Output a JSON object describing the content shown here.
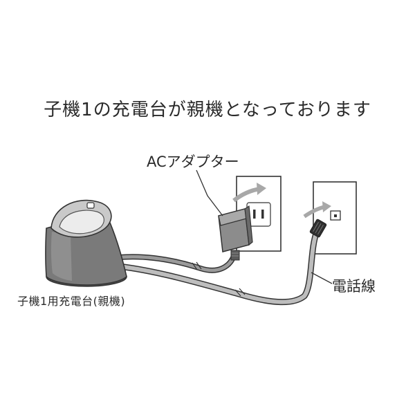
{
  "headline": "子機1の充電台が親機となっております",
  "labels": {
    "ac_adapter": "ACアダプター",
    "phone_cable": "電話線",
    "charger_base": "子機1用充電台(親機)"
  },
  "colors": {
    "line": "#333333",
    "body_dark": "#6e6e6e",
    "body_mid": "#8c8c8c",
    "body_light": "#c4c4c4",
    "cup_inner": "#e6e6e6",
    "cable": "#8a8a8a",
    "plate": "#ffffff",
    "arrow": "#a8a8a8"
  }
}
